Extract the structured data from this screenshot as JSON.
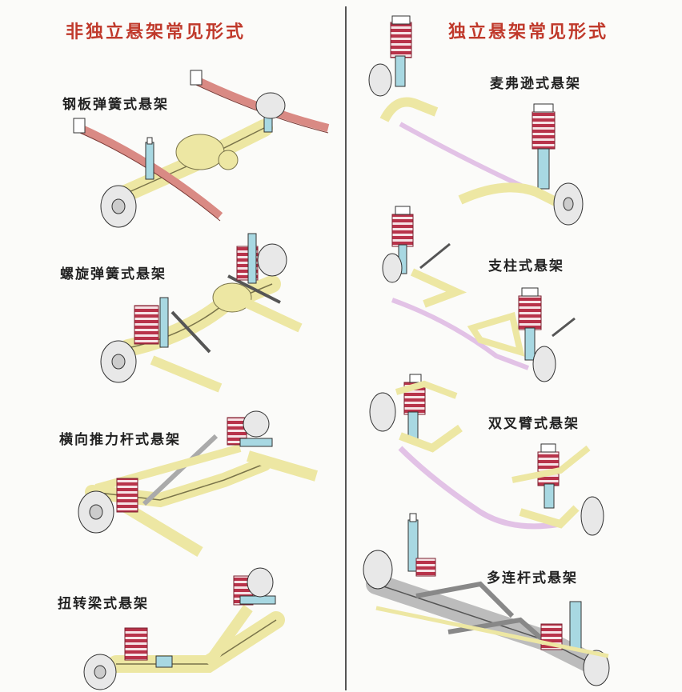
{
  "left_panel": {
    "title": "非独立悬架常见形式",
    "title_color": "#c0392b",
    "items": [
      {
        "label": "钢板弹簧式悬架"
      },
      {
        "label": "螺旋弹簧式悬架"
      },
      {
        "label": "横向推力杆式悬架"
      },
      {
        "label": "扭转梁式悬架"
      }
    ]
  },
  "right_panel": {
    "title": "独立悬架常见形式",
    "title_color": "#c0392b",
    "items": [
      {
        "label": "麦弗逊式悬架"
      },
      {
        "label": "支柱式悬架"
      },
      {
        "label": "双叉臂式悬架"
      },
      {
        "label": "多连杆式悬架"
      }
    ]
  },
  "colors": {
    "frame": "#ede7a3",
    "frame_stroke": "#7a744a",
    "spring": "#b8334a",
    "shock": "#a8d8e2",
    "leaf_spring": "#d98a84",
    "stabilizer": "#e2c2e6",
    "disc": "#e8e8e8",
    "linkage": "#bcbcbc"
  }
}
